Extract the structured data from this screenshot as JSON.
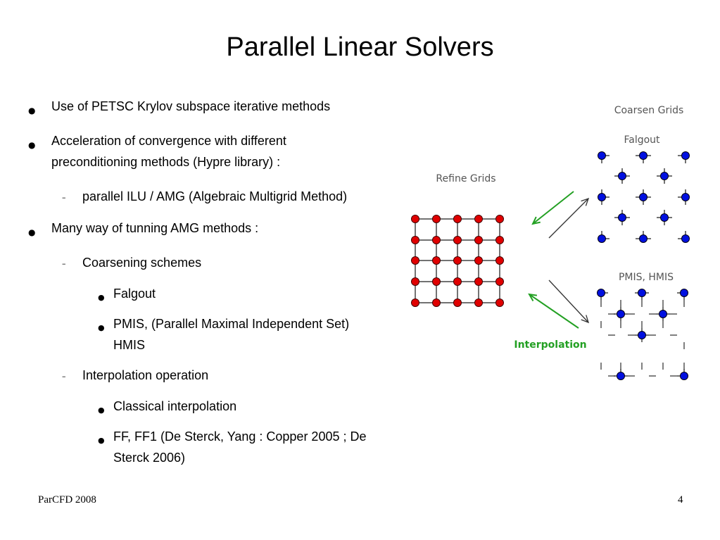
{
  "title": "Parallel Linear Solvers",
  "bullets": {
    "b1": "Use of PETSC Krylov subspace iterative methods",
    "b2_l1": "Acceleration of convergence with different",
    "b2_l2": "preconditioning methods (Hypre library) :",
    "b2_sub1": "parallel ILU  / AMG (Algebraic Multigrid Method)",
    "b3": "Many way of tunning AMG methods :",
    "b3_sub1": "Coarsening schemes",
    "b3_sub1_i1": "Falgout",
    "b3_sub1_i2_l1": "PMIS, (Parallel Maximal Independent Set)",
    "b3_sub1_i2_l2": "HMIS",
    "b3_sub2": "Interpolation operation",
    "b3_sub2_i1": "Classical interpolation",
    "b3_sub2_i2_l1": "FF, FF1 (De Sterck, Yang : Copper 2005 ; De",
    "b3_sub2_i2_l2": "Sterck 2006)"
  },
  "diagram": {
    "coarsen_label": "Coarsen Grids",
    "falgout_label": "Falgout",
    "refine_label": "Refine Grids",
    "pmis_label": "PMIS, HMIS",
    "interp_label": "Interpolation",
    "fine_color": "#e00000",
    "coarse_color": "#0010e0",
    "interp_color": "#23a023",
    "arrow_color": "#333333"
  },
  "footer": {
    "left": "ParCFD 2008",
    "page": "4"
  }
}
